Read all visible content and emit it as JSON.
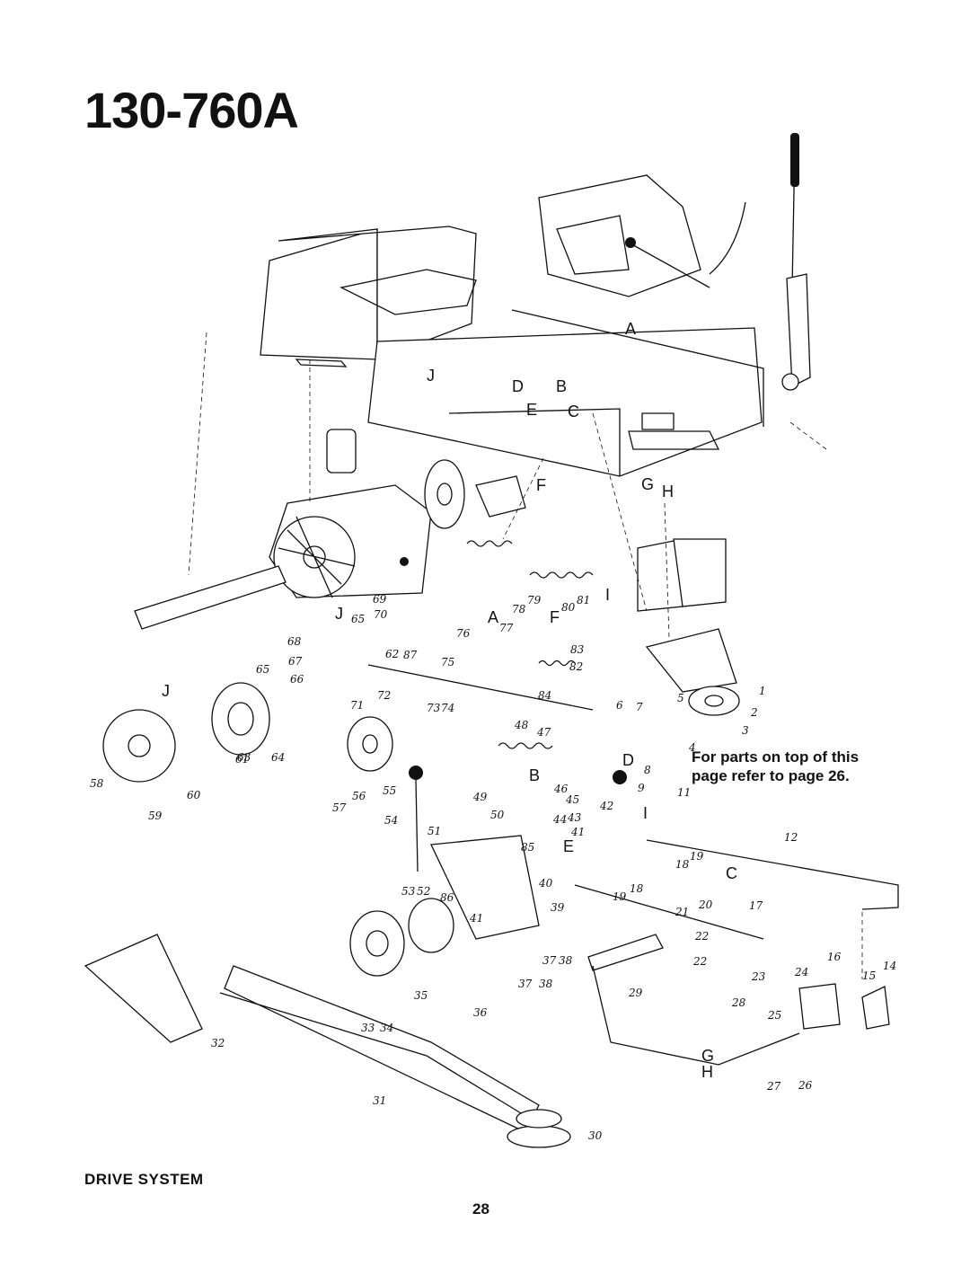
{
  "header": {
    "model_number": "130-760A"
  },
  "section": {
    "title": "DRIVE SYSTEM"
  },
  "footer": {
    "page_number": "28"
  },
  "note": {
    "line1": "For parts on top of this",
    "line2": "page refer to page 26."
  },
  "callouts": [
    {
      "label": "1"
    },
    {
      "label": "2"
    },
    {
      "label": "3"
    },
    {
      "label": "4"
    },
    {
      "label": "5"
    },
    {
      "label": "6"
    },
    {
      "label": "7"
    },
    {
      "label": "8"
    },
    {
      "label": "9"
    },
    {
      "label": "11"
    },
    {
      "label": "12"
    },
    {
      "label": "14"
    },
    {
      "label": "15"
    },
    {
      "label": "16"
    },
    {
      "label": "17"
    },
    {
      "label": "18"
    },
    {
      "label": "18"
    },
    {
      "label": "19"
    },
    {
      "label": "19"
    },
    {
      "label": "20"
    },
    {
      "label": "21"
    },
    {
      "label": "22"
    },
    {
      "label": "22"
    },
    {
      "label": "23"
    },
    {
      "label": "24"
    },
    {
      "label": "25"
    },
    {
      "label": "26"
    },
    {
      "label": "27"
    },
    {
      "label": "28"
    },
    {
      "label": "29"
    },
    {
      "label": "30"
    },
    {
      "label": "31"
    },
    {
      "label": "32"
    },
    {
      "label": "33"
    },
    {
      "label": "34"
    },
    {
      "label": "35"
    },
    {
      "label": "36"
    },
    {
      "label": "37"
    },
    {
      "label": "38"
    },
    {
      "label": "37"
    },
    {
      "label": "38"
    },
    {
      "label": "39"
    },
    {
      "label": "40"
    },
    {
      "label": "41"
    },
    {
      "label": "41"
    },
    {
      "label": "42"
    },
    {
      "label": "43"
    },
    {
      "label": "44"
    },
    {
      "label": "45"
    },
    {
      "label": "46"
    },
    {
      "label": "47"
    },
    {
      "label": "48"
    },
    {
      "label": "49"
    },
    {
      "label": "50"
    },
    {
      "label": "51"
    },
    {
      "label": "52"
    },
    {
      "label": "53"
    },
    {
      "label": "54"
    },
    {
      "label": "55"
    },
    {
      "label": "56"
    },
    {
      "label": "57"
    },
    {
      "label": "58"
    },
    {
      "label": "59"
    },
    {
      "label": "60"
    },
    {
      "label": "61"
    },
    {
      "label": "62"
    },
    {
      "label": "63"
    },
    {
      "label": "64"
    },
    {
      "label": "65"
    },
    {
      "label": "65"
    },
    {
      "label": "66"
    },
    {
      "label": "67"
    },
    {
      "label": "68"
    },
    {
      "label": "69"
    },
    {
      "label": "70"
    },
    {
      "label": "71"
    },
    {
      "label": "72"
    },
    {
      "label": "73"
    },
    {
      "label": "74"
    },
    {
      "label": "75"
    },
    {
      "label": "76"
    },
    {
      "label": "77"
    },
    {
      "label": "78"
    },
    {
      "label": "79"
    },
    {
      "label": "80"
    },
    {
      "label": "81"
    },
    {
      "label": "82"
    },
    {
      "label": "83"
    },
    {
      "label": "84"
    },
    {
      "label": "85"
    },
    {
      "label": "86"
    },
    {
      "label": "87"
    }
  ],
  "reference_letters": [
    {
      "label": "A"
    },
    {
      "label": "A"
    },
    {
      "label": "B"
    },
    {
      "label": "B"
    },
    {
      "label": "C"
    },
    {
      "label": "C"
    },
    {
      "label": "D"
    },
    {
      "label": "D"
    },
    {
      "label": "E"
    },
    {
      "label": "E"
    },
    {
      "label": "F"
    },
    {
      "label": "F"
    },
    {
      "label": "G"
    },
    {
      "label": "G"
    },
    {
      "label": "H"
    },
    {
      "label": "H"
    },
    {
      "label": "I"
    },
    {
      "label": "I"
    },
    {
      "label": "J"
    },
    {
      "label": "J"
    },
    {
      "label": "J"
    }
  ]
}
